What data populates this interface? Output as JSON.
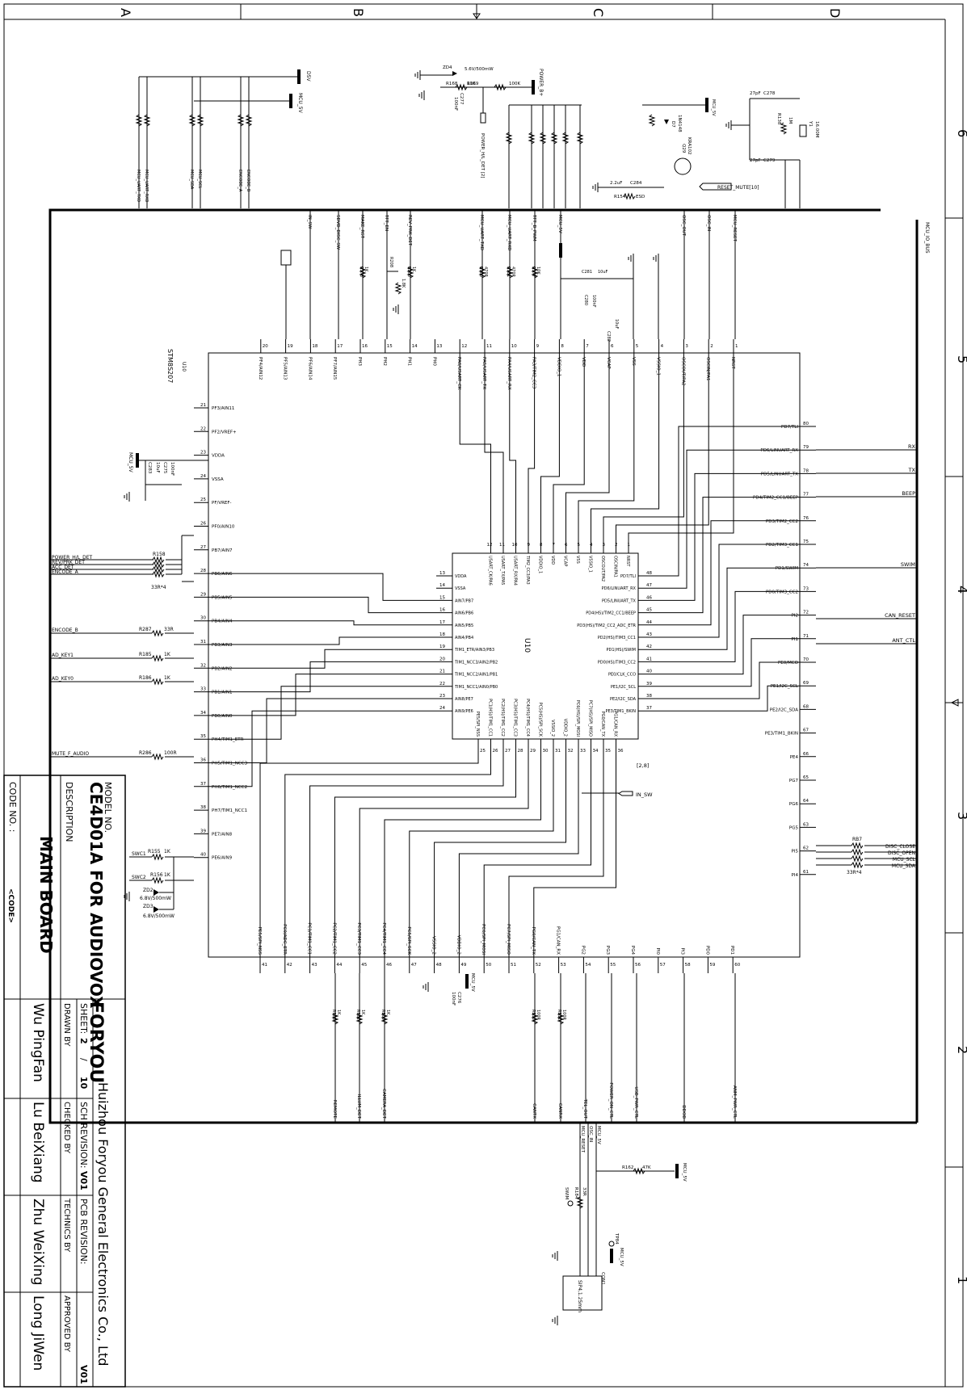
{
  "zone_letters": [
    "A",
    "B",
    "C",
    "D"
  ],
  "zone_numbers": [
    "6",
    "5",
    "4",
    "3",
    "2",
    "1"
  ],
  "title_block": {
    "code_label": "CODE NO. :",
    "code_value": "<CODE>",
    "description_label": "DESCRIPTION",
    "description_value": "MAIN BOARD",
    "model_label": "MODEL NO.",
    "model_value": "CE4D01A  FOR AUDIOVOX",
    "logo_text": "FORYOU",
    "company": "Huizhou Foryou General Electronics Co., Ltd",
    "sheet_label": "SHEET:",
    "sheet_number": "2",
    "sheet_sep": "/",
    "sheet_total": "10",
    "sch_rev_label": "SCH REVISION:",
    "sch_rev_value": "V01",
    "pcb_rev_label": "PCB REVISION:",
    "pcb_rev_value": "V01",
    "drawn_label": "DRAWN BY",
    "drawn_name": "Wu PingFan",
    "checked_label": "CHECKED BY",
    "checked_name": "Lu BeiXiang",
    "technics_label": "TECHNICS BY",
    "technics_name": "Zhu WeiXing",
    "approved_label": "APPROVED BY",
    "approved_name": "Long JiWen"
  },
  "mcu": {
    "ref": "U10",
    "part": "STM8S207",
    "qfp_ref": "U10",
    "pins_top": [
      "PF3/AIN11",
      "PF2/VREF+",
      "VDDA",
      "VSSA",
      "PF/VREF-",
      "PF0/AIN10",
      "PB7/AIN7",
      "PB6/AIN6",
      "PB5/AIN5",
      "PB4/AIN4",
      "PB3/AIN3",
      "PB2/AIN2",
      "PB1/AIN1",
      "PB0/AIN0",
      "PH4/TIM1_ETR",
      "PH5/TIM1_NCC3",
      "PH6/TIM1_NCC2",
      "PH7/TIM1_NCC1",
      "PE7/AIN8",
      "PE6/AIN9"
    ],
    "pins_top_nums": [
      "21",
      "22",
      "23",
      "24",
      "25",
      "26",
      "27",
      "28",
      "29",
      "30",
      "31",
      "32",
      "33",
      "34",
      "35",
      "36",
      "37",
      "38",
      "39",
      "40"
    ],
    "pins_right": [
      "PD7/TLI",
      "PD6/LINUART_RX",
      "PD5/LINUART_TX",
      "PD4/TIM2_CC1/BEEP",
      "PD3/TIM2_CC2",
      "PD2/TIM3_CC1",
      "PD1/SWIM",
      "PD0/TIM3_CC2",
      "PI2",
      "PI1",
      "PE0/MCO",
      "PE1/I2C_SCL",
      "PE2/I2C_SDA",
      "PE3/TIM1_BKIN",
      "PE4",
      "PG7",
      "PG6",
      "PG5",
      "PI5",
      "PI4"
    ],
    "pins_right_nums": [
      "80",
      "79",
      "78",
      "77",
      "76",
      "75",
      "74",
      "73",
      "72",
      "71",
      "70",
      "69",
      "68",
      "67",
      "66",
      "65",
      "64",
      "63",
      "62",
      "61"
    ],
    "pins_left": [
      "NRST",
      "OSCIN/PA1",
      "OSCOUT/PA2",
      "VSSIO_1",
      "VSS",
      "VCAP",
      "VDD",
      "VDDIO_1",
      "PA3/TIM2_CC3",
      "PA4/USART_RX",
      "PA5/USART_TX",
      "PA6/USART_CK",
      "PH0",
      "PH1",
      "PH2",
      "PH3",
      "PF7/AIN15",
      "PF6/AIN14",
      "PF5/AIN13",
      "PF4/AIN12"
    ],
    "pins_left_nums": [
      "1",
      "2",
      "3",
      "4",
      "5",
      "6",
      "7",
      "8",
      "9",
      "10",
      "11",
      "12",
      "13",
      "14",
      "15",
      "16",
      "17",
      "18",
      "19",
      "20"
    ],
    "pins_bottom": [
      "PE5/SPI_NSS",
      "PC0/ADC_ETR",
      "PC1/TIM1_CC1",
      "PC2/TIM1_CC2",
      "PC3/TIM1_CC3",
      "PC4/TIM1_CC4",
      "PC5/SPI_SCK",
      "VSSIO_2",
      "VDDIO_2",
      "PC6/SPI_MOSI",
      "PC7/SPI_MISO",
      "PG0/CAN_TX",
      "PG1/CAN_RX",
      "PG2",
      "PG3",
      "PG4",
      "PI0",
      "PI3",
      "PD0",
      "PD1"
    ],
    "pins_bottom_nums": [
      "41",
      "42",
      "43",
      "44",
      "45",
      "46",
      "47",
      "48",
      "49",
      "50",
      "51",
      "52",
      "53",
      "54",
      "55",
      "56",
      "57",
      "58",
      "59",
      "60"
    ]
  },
  "qfp": {
    "top": [
      "NRST",
      "OSCIN/PA1",
      "OSCOUT/PA2",
      "VSSIO_1",
      "VSS",
      "VCAP",
      "VDD",
      "VDDIO_1",
      "TIM2_CC3/PA3",
      "USART_RX/PA4",
      "USART_TX/PA5",
      "USART_CK/PA6"
    ],
    "top_nums": [
      "1",
      "2",
      "3",
      "4",
      "5",
      "6",
      "7",
      "8",
      "9",
      "10",
      "11",
      "12"
    ],
    "left": [
      "VDDA",
      "VSSA",
      "AIN7/PB7",
      "AIN6/PB6",
      "AIN5/PB5",
      "AIN4/PB4",
      "TIM1_ETR/AIN3/PB3",
      "TIM1_NCC3/AIN2/PB2",
      "TIM1_NCC2/AIN1/PB1",
      "TIM1_NCC1/AIN0/PB0",
      "AIN8/PE7",
      "AIN9/PE6"
    ],
    "left_nums": [
      "13",
      "14",
      "15",
      "16",
      "17",
      "18",
      "19",
      "20",
      "21",
      "22",
      "23",
      "24"
    ],
    "right": [
      "PD7/TLI",
      "PD6/LINUART_RX",
      "PD5/LINUART_TX",
      "PD4(HS)/TIM2_CC1/BEEP",
      "PD3(HS)/TIM2_CC2_ADC_ETR",
      "PD2(HS)/TIM3_CC1",
      "PD1(HS)/SWIM",
      "PD0(HS)/TIM3_CC2",
      "PE0/CLK_CCO",
      "PE1/I2C_SCL",
      "PE2/I2C_SDA",
      "PE3/TIM1_BKIN"
    ],
    "right_nums": [
      "48",
      "47",
      "46",
      "45",
      "44",
      "43",
      "42",
      "41",
      "40",
      "39",
      "38",
      "37"
    ],
    "bottom": [
      "PE5/SPI_NSS",
      "PC1(HS)/TIM1_CC1",
      "PC2(HS)/TIM1_CC2",
      "PC3(HS)/TIM1_CC3",
      "PC4(HS)/TIM1_CC4",
      "PC5(HS)/SPI_SCK",
      "VSSIO_2",
      "VDDIO_2",
      "PC6(HS)/SPI_MOSI",
      "PC7(HS)/SPI_MISO",
      "PG0/CAN_TX",
      "PG1/CAN_RX"
    ],
    "bottom_nums": [
      "25",
      "26",
      "27",
      "28",
      "29",
      "30",
      "31",
      "32",
      "33",
      "34",
      "35",
      "36"
    ]
  },
  "nets": {
    "bus": "MCU_IO_BUS",
    "power_hl_det": "POWER_H/L_DET",
    "rev_prk_det": "REV/PRK_DET",
    "acc_det": "ACC_DET",
    "encode_a": "ENCODE_A",
    "encode_b": "ENCODE_B",
    "ad_key1": "AD_KEY1",
    "ad_key0": "AD_KEY0",
    "mute_f_audio": "MUTE_F_AUDIO",
    "swc1": "SWC1",
    "swc2": "SWC2",
    "rx": "RX",
    "tx": "TX",
    "beep": "BEEP",
    "swim": "SWIM",
    "can_reset": "CAN_RESET",
    "ant_ctl": "ANT_CTL",
    "disc_close": "DISC_CLOSE",
    "disc_open": "DISC_OPEN",
    "mcu_scl": "MCU_SCL",
    "mcu_sda": "MCU_SDA",
    "in_sw": "IN_SW",
    "ref_28": "[2,8]",
    "reset_mute": "RESET_MUTE[10]",
    "power_hl_det_2": "POWER_H/L_DET [2]",
    "top_labels": [
      "IN_SW",
      "SDVD_DISC_SW",
      "MAKE_RST",
      "TFT_EN",
      "REV_PRK_DET",
      "MCU_UART_TXD",
      "MCU_UART_RXD",
      "TFT_B_PWM",
      "MCU_5V",
      "OSC_OUT",
      "OSC_IN",
      "MCU_RESET"
    ],
    "bottom_labels": [
      "REMOTE",
      "ILLUM_DET",
      "CAMERA_DET",
      "CANTX",
      "CANRX",
      "TEL_OUT",
      "POWER_ON_CTL",
      "USB_PWR_CTL",
      "DDOB",
      "ANM_PWR_CTL"
    ],
    "pullups_top": [
      "MCU_UART_TXD",
      "MCU_UART_RXD",
      "MCU_SDA",
      "MCU_SCL",
      "ENCODE_A",
      "ENCODE_B"
    ],
    "bottom_bus_right": [
      "MCU_RESET",
      "OSC_IN",
      "MCU_5V"
    ],
    "conn_label": "CON1",
    "conn_part": "SIP4,1.25mm",
    "swim_lbl": "SWIM",
    "tp84": "TP84",
    "dsv": "D5V",
    "mcu5v": "MCU_5V",
    "power_bplus": "POWER_B+"
  },
  "components": {
    "r158": "R158",
    "rpack1": "33R*4",
    "r287": "R287",
    "r287v": "33R",
    "r185": "R185",
    "r185v": "1K",
    "r186": "R186",
    "r186v": "1K",
    "r286": "R286",
    "r286v": "100R",
    "r155": "R155",
    "r155v": "1K",
    "r156": "R156",
    "r156v": "1K",
    "zd2": "ZD2",
    "zd2v": "6.8V/500mW",
    "zd3": "ZD3",
    "zd3v": "6.8V/500mW",
    "rb7": "RB7",
    "rb7v": "33R*4",
    "zd4": "ZD4",
    "zd4v": "5.6V/500mW",
    "r168": "R168",
    "r168v": "10K",
    "r169": "R169",
    "r169v": "100K",
    "c277": "C277",
    "c277v": "100nF",
    "c278": "C278",
    "c278v": "27pF",
    "c279": "C279",
    "c279v": "27pF",
    "y1": "Y1",
    "y1v": "16.00M",
    "r138": "R138",
    "r138v": "1M",
    "c284": "C284",
    "c284v": "2.2uF",
    "r154": "R154",
    "r154v": "ESD",
    "q29": "Q29",
    "q29v": "KRA102",
    "d7": "D7",
    "d7v": "1N4148",
    "c281": "C281",
    "c281v": "10uF",
    "c280": "C280",
    "c280v": "100nF",
    "c282": "C282",
    "c282v": "10uF",
    "c283": "C283",
    "c283v": "10uF",
    "c275": "C275",
    "c275v": "100nF",
    "c276": "C276",
    "c276v": "100nF",
    "r162": "R162",
    "r162v": "47K",
    "r184": "R184",
    "r184v": "33R",
    "r178": "R178",
    "r178v": "1K",
    "r208": "R208",
    "r208v": "1.8K",
    "r200": "R200",
    "r200v": "1K",
    "r180": "R180",
    "r180v": "470R",
    "r181": "R181",
    "r181v": "470R",
    "r177": "R177",
    "r177v": "10K",
    "r183": "R183",
    "r183v": "1K",
    "r182": "R182",
    "r182v": "1K",
    "r209": "R209",
    "r209v": "1K",
    "r210": "R210",
    "r210v": "100R",
    "r211": "R211",
    "r211v": "100R"
  }
}
